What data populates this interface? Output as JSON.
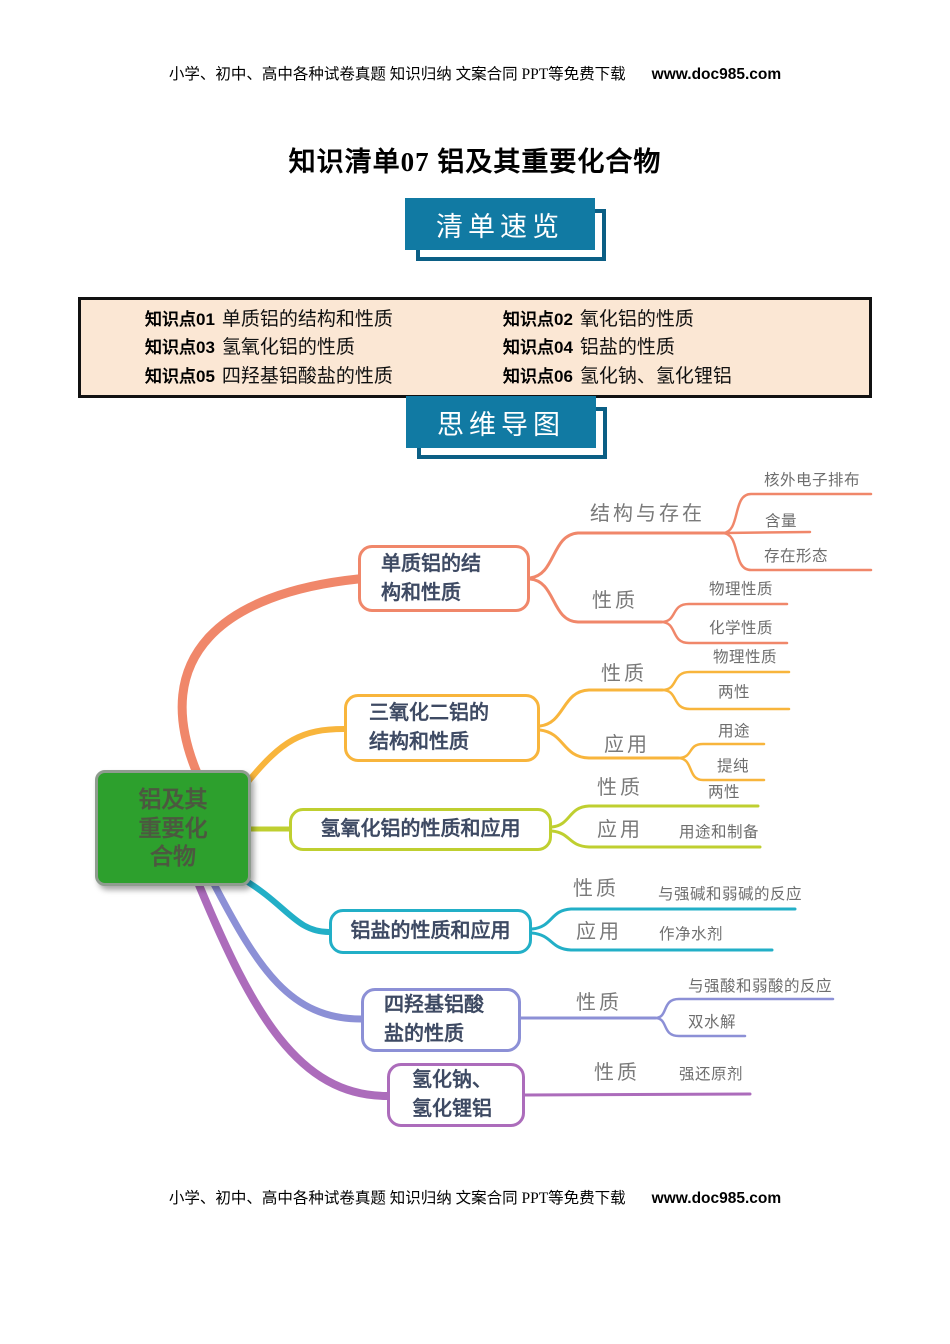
{
  "header": {
    "text": "小学、初中、高中各种试卷真题 知识归纳 文案合同 PPT等免费下载",
    "site": "www.doc985.com"
  },
  "footer": {
    "text": "小学、初中、高中各种试卷真题 知识归纳 文案合同 PPT等免费下载",
    "site": "www.doc985.com"
  },
  "title": "知识清单07 铝及其重要化合物",
  "banners": {
    "overview": "清单速览",
    "mindmap": "思维导图"
  },
  "knowledge_points": {
    "items": [
      {
        "label": "知识点01",
        "text": "单质铝的结构和性质"
      },
      {
        "label": "知识点02",
        "text": "氧化铝的性质"
      },
      {
        "label": "知识点03",
        "text": "氢氧化铝的性质"
      },
      {
        "label": "知识点04",
        "text": "铝盐的性质"
      },
      {
        "label": "知识点05",
        "text": "四羟基铝酸盐的性质"
      },
      {
        "label": "知识点06",
        "text": "氢化钠、氢化锂铝"
      }
    ]
  },
  "mindmap": {
    "root": {
      "lines": [
        "铝及其",
        "重要化",
        "合物"
      ]
    },
    "branches": [
      {
        "node_lines": [
          "单质铝的结",
          "构和性质"
        ],
        "groups": [
          {
            "label": "结构与存在",
            "children": [
              "核外电子排布",
              "含量",
              "存在形态"
            ]
          },
          {
            "label": "性质",
            "children": [
              "物理性质",
              "化学性质"
            ]
          }
        ]
      },
      {
        "node_lines": [
          "三氧化二铝的",
          "结构和性质"
        ],
        "groups": [
          {
            "label": "性质",
            "children": [
              "物理性质",
              "两性"
            ]
          },
          {
            "label": "应用",
            "children": [
              "用途",
              "提纯"
            ]
          }
        ]
      },
      {
        "node_lines": [
          "氢氧化铝的性质和应用"
        ],
        "groups": [
          {
            "label": "性质",
            "children": [
              "两性"
            ]
          },
          {
            "label": "应用",
            "children": [
              "用途和制备"
            ]
          }
        ]
      },
      {
        "node_lines": [
          "铝盐的性质和应用"
        ],
        "groups": [
          {
            "label": "性质",
            "children": [
              "与强碱和弱碱的反应"
            ]
          },
          {
            "label": "应用",
            "children": [
              "作净水剂"
            ]
          }
        ]
      },
      {
        "node_lines": [
          "四羟基铝酸",
          "盐的性质"
        ],
        "groups": [
          {
            "label": "性质",
            "children": [
              "与强酸和弱酸的反应",
              "双水解"
            ]
          }
        ]
      },
      {
        "node_lines": [
          "氢化钠、",
          "氢化锂铝"
        ],
        "groups": [
          {
            "label": "性质",
            "children": [
              "强还原剂"
            ]
          }
        ]
      }
    ]
  },
  "colors": {
    "banner_bg": "#117AA3",
    "banner_border": "#0B5F85",
    "knowledge_box_bg": "#FBE7D4",
    "root_fill": "#2DA02D",
    "node_text": "#3E4A63",
    "branch_colors": [
      "#F0876A",
      "#F8B53C",
      "#BFCF30",
      "#22AFC7",
      "#8C90D6",
      "#AC6CBB"
    ]
  }
}
